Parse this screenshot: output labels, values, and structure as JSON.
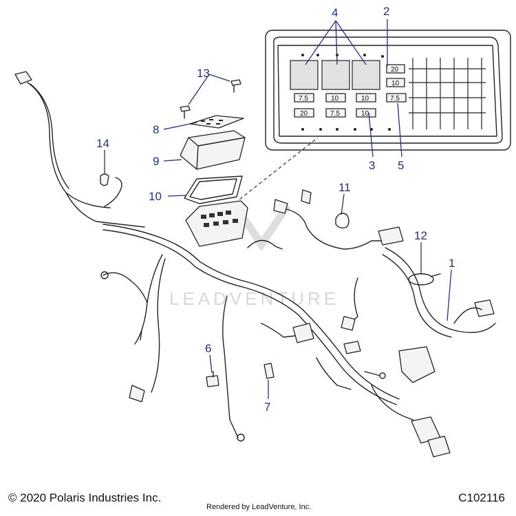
{
  "callouts": {
    "c1": "1",
    "c2": "2",
    "c3": "3",
    "c4": "4",
    "c5": "5",
    "c6": "6",
    "c7": "7",
    "c8": "8",
    "c9": "9",
    "c10": "10",
    "c11": "11",
    "c12": "12",
    "c13": "13",
    "c14": "14"
  },
  "fuses": {
    "r1c4": "20",
    "r2c4": "10",
    "r3c1": "7.5",
    "r3c2": "10",
    "r3c3": "10",
    "r3c4": "7.5",
    "r4c1": "20",
    "r4c2": "7.5",
    "r4c3": "10"
  },
  "watermark": "LEADVENTURE",
  "footer": {
    "copyright": "© 2020 Polaris Industries Inc.",
    "rendered_by": "Rendered by LeadVenture, Inc.",
    "diagram_code": "C102116"
  },
  "colors": {
    "callout": "#1f2f8f",
    "line": "#222222"
  }
}
